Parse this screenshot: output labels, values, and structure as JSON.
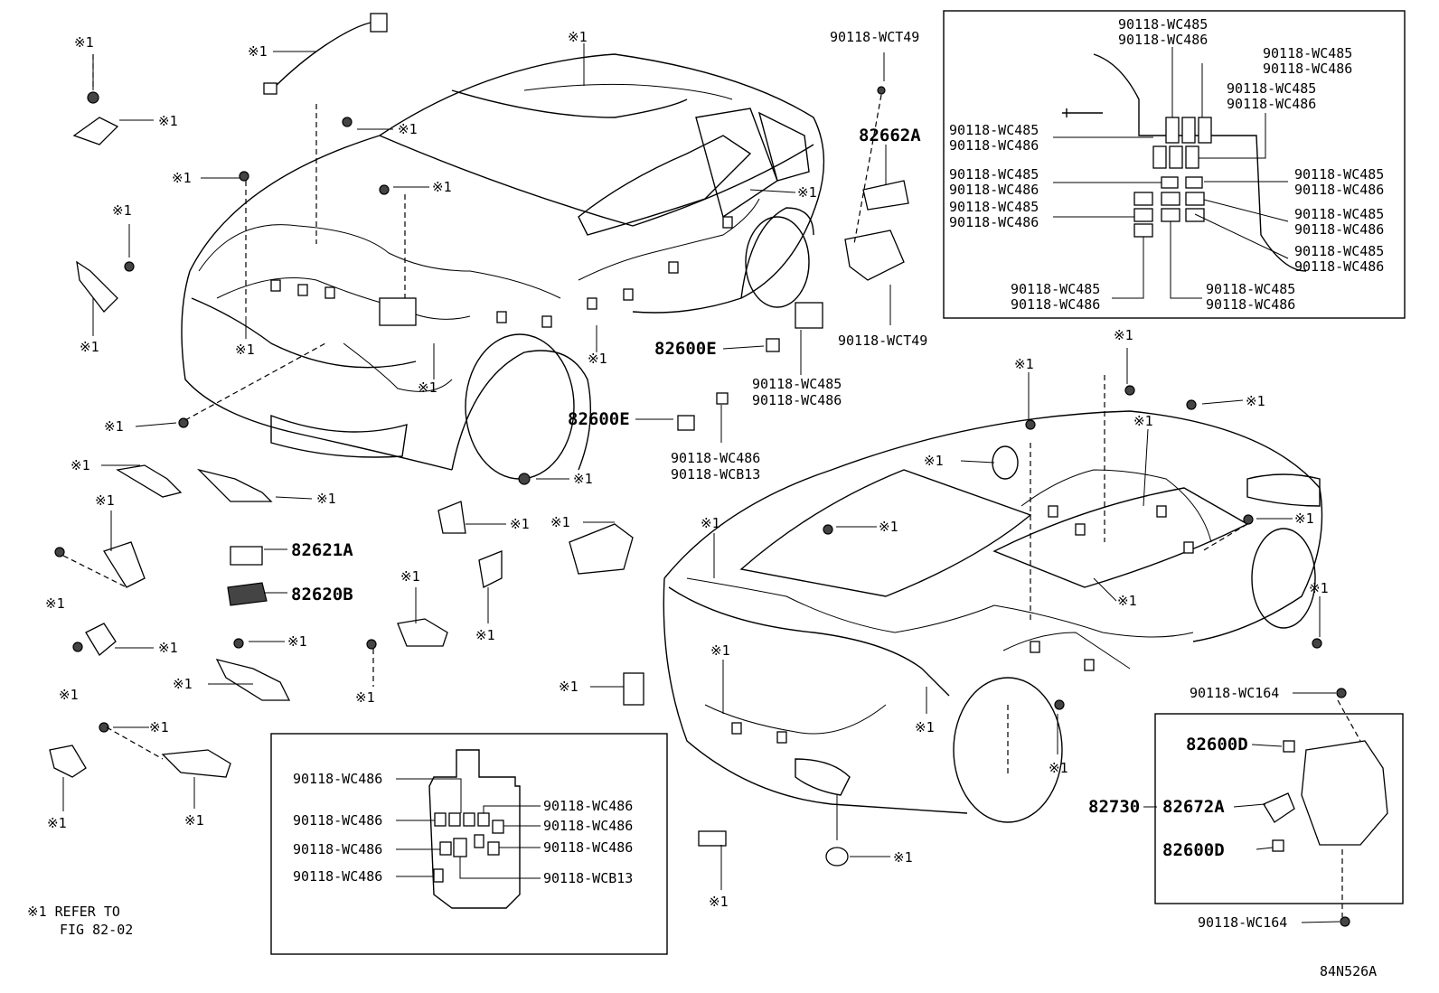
{
  "ref_mark": "※1",
  "footnote": {
    "line1": "※1 REFER TO",
    "line2": "FIG 82-02"
  },
  "figure_code": "84N526A",
  "parts": {
    "p82662A": "82662A",
    "p82600E": "82600E",
    "p82621A": "82621A",
    "p82620B": "82620B",
    "p82730": "82730",
    "p82600D": "82600D",
    "p82672A": "82672A"
  },
  "codes": {
    "WCT49": "90118-WCT49",
    "WC485": "90118-WC485",
    "WC486": "90118-WC486",
    "WCB13": "90118-WCB13",
    "WC164": "90118-WC164"
  }
}
